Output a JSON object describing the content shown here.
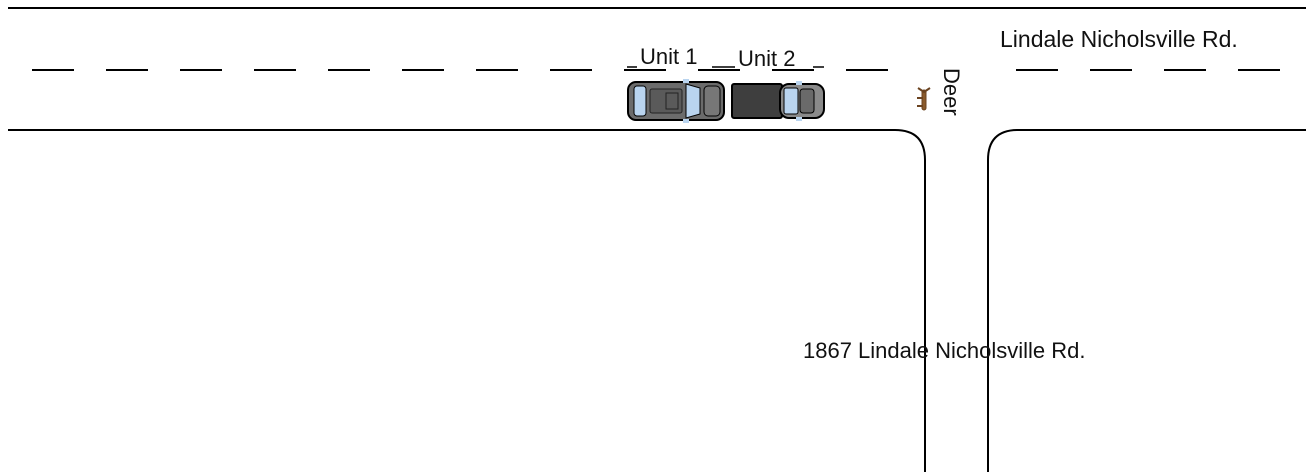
{
  "labels": {
    "main_road": "Lindale Nicholsville Rd.",
    "side_road": "1867 Lindale Nicholsville Rd.",
    "unit1": "Unit 1",
    "unit2": "Unit 2",
    "animal": "Deer"
  },
  "colors": {
    "line": "#000000",
    "unit1_body": "#6b6b6b",
    "unit1_glass": "#b9d4ef",
    "unit2_body": "#3e3e3e",
    "unit2_cab": "#8a8a8a",
    "unit2_glass": "#b9d4ef",
    "deer": "#8a5a2b"
  },
  "icons": {
    "unit1": "suv-icon",
    "unit2": "pickup-truck-icon",
    "animal": "deer-icon"
  }
}
